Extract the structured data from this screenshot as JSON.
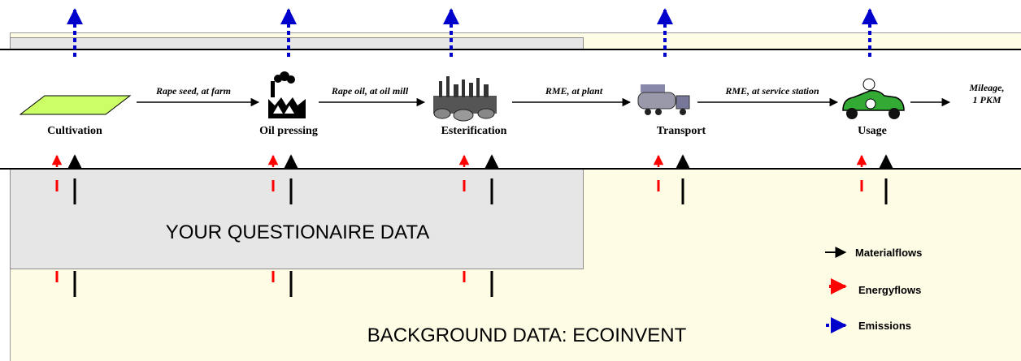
{
  "stages": [
    {
      "label": "Cultivation",
      "icon": "field-icon"
    },
    {
      "label": "Oil pressing",
      "icon": "factory-icon"
    },
    {
      "label": "Esterification",
      "icon": "refinery-icon"
    },
    {
      "label": "Transport",
      "icon": "tanker-truck-icon"
    },
    {
      "label": "Usage",
      "icon": "race-car-icon"
    }
  ],
  "flows": [
    {
      "label": "Rape seed, at farm"
    },
    {
      "label": "Rape oil, at oil mill"
    },
    {
      "label": "RME, at plant"
    },
    {
      "label": "RME, at service station"
    }
  ],
  "output": {
    "line1": "Mileage,",
    "line2": "1 PKM"
  },
  "panels": {
    "questionnaire": "YOUR QUESTIONAIRE DATA",
    "background": "BACKGROUND DATA: ECOINVENT"
  },
  "legend": {
    "material": "Materialflows",
    "energy": "Energyflows",
    "emissions": "Emissions"
  },
  "colors": {
    "material": "#000000",
    "energy": "#ff0000",
    "emissions": "#0000cc",
    "field": "#ccff66",
    "questionnaire_panel": "#e6e6e6",
    "background_panel": "#fffce6"
  }
}
